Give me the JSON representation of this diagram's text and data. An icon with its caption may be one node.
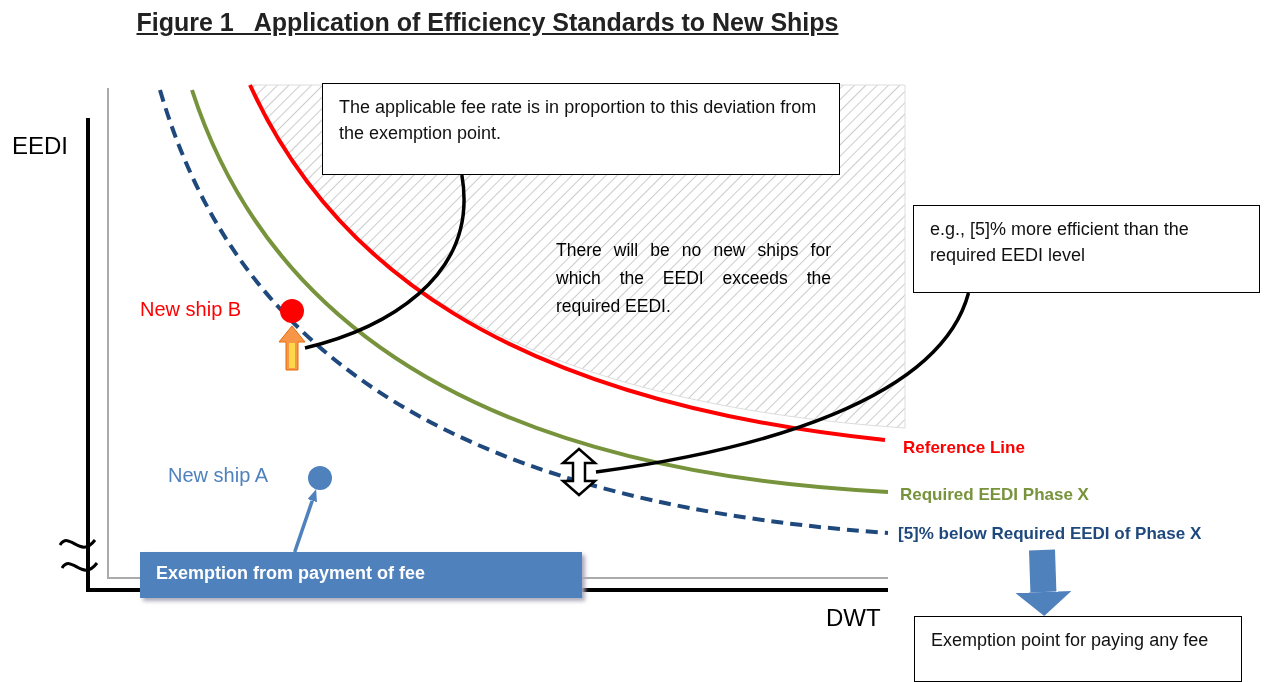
{
  "diagram": {
    "title": "Figure 1   Application of Efficiency Standards to New Ships",
    "nodes": [
      {
        "text": [
          "The applicable fee rate is in proportion to this deviation from the exemption point."
        ]
      },
      {
        "text": [],
        "shape": "arrow"
      },
      {
        "text": [
          "e.g., [5]% more efficient than the required EEDI level"
        ]
      },
      {
        "text": [],
        "shape": "arrow"
      },
      {
        "text": [
          "Exemption from payment of fee"
        ]
      },
      {
        "text": [],
        "shape": "circle",
        "beside": [
          "New ship A"
        ]
      },
      {
        "text": [
          "Exemption point for paying any fee"
        ]
      },
      {
        "text": [
          "[5]% below Required EEDI of Phase X"
        ]
      }
    ],
    "edges": [
      {
        "from": 0,
        "to": 1,
        "arrow": "none"
      },
      {
        "from": 2,
        "to": 3,
        "arrow": "none"
      },
      {
        "from": 4,
        "to": 5,
        "arrow": "to",
        "color": "#4f81bd"
      },
      {
        "from": 7,
        "to": 6,
        "arrow": "to",
        "style": "thick",
        "color": "#4f81bd"
      }
    ],
    "labels": [
      "EEDI",
      "New ship B",
      "There will be no new ships for which the EEDI exceeds the required EEDI.",
      "Reference Line",
      "Required EEDI Phase X",
      "DWT"
    ]
  }
}
